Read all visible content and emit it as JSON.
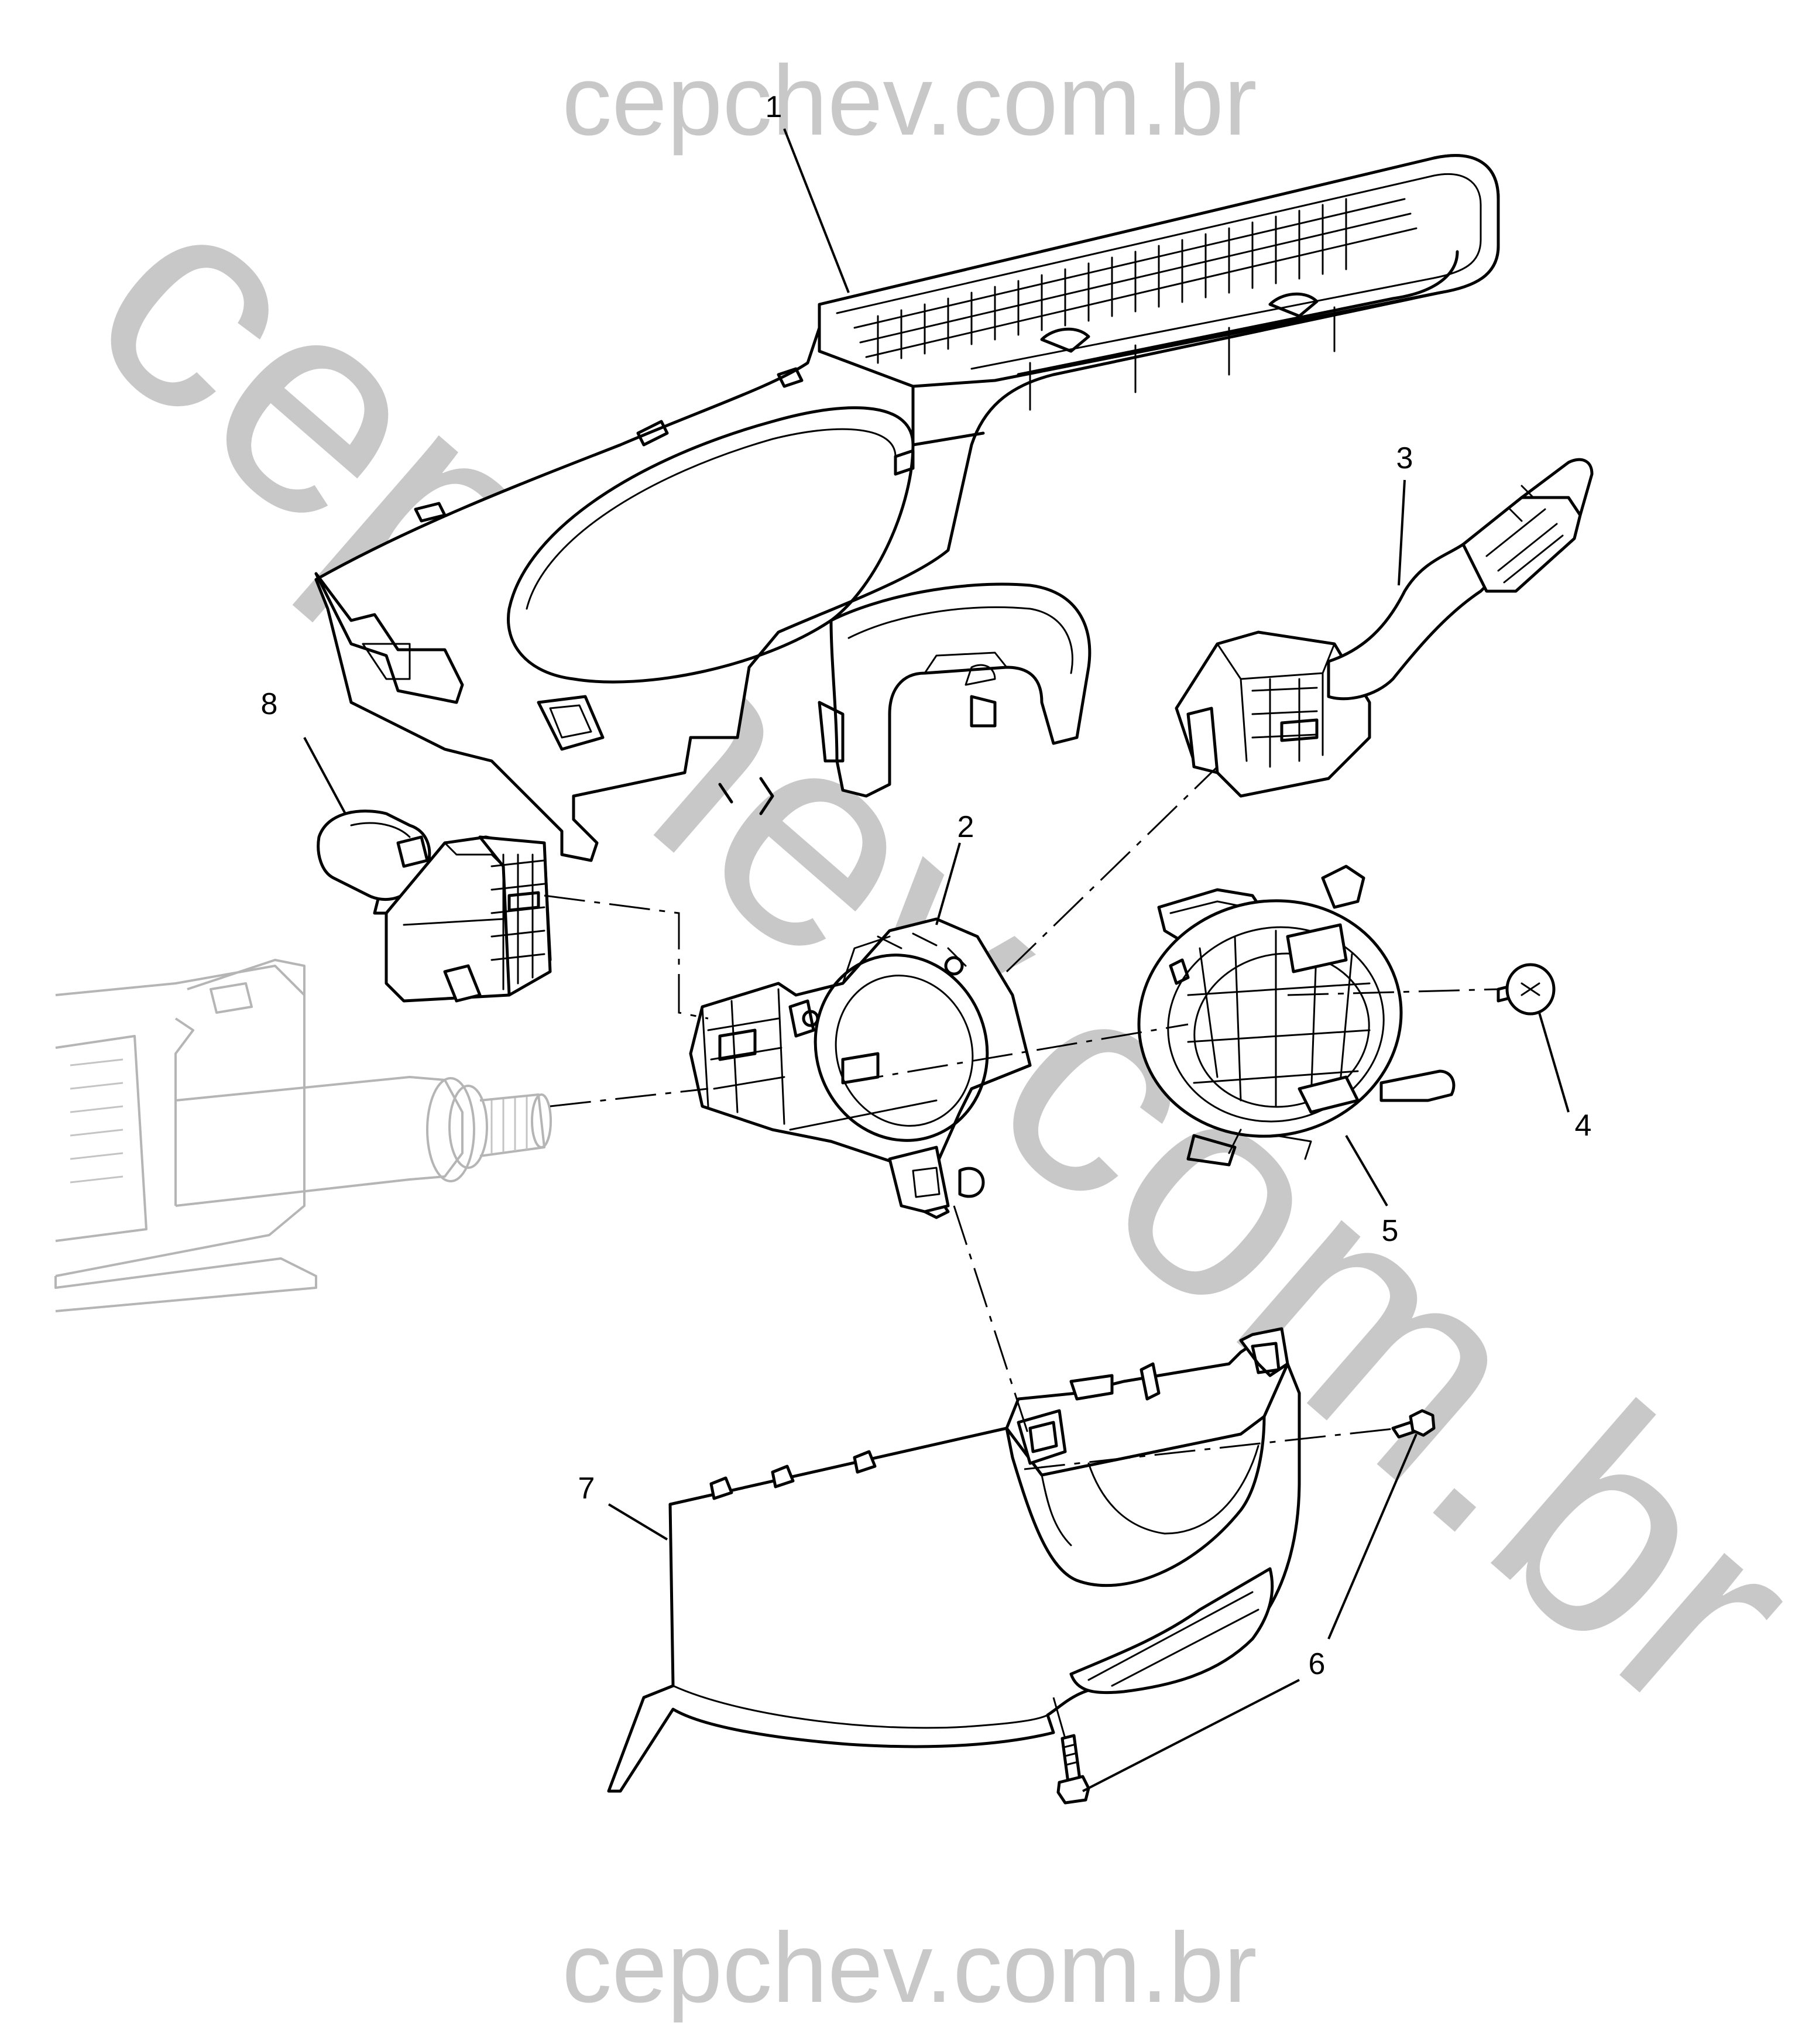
{
  "watermark": {
    "top": "cepchev.com.br",
    "bottom": "cepchev.com.br",
    "diagonal": "cepchev.com.br",
    "color": "#c8c8c8"
  },
  "callouts": [
    {
      "id": "1",
      "label": "1"
    },
    {
      "id": "2",
      "label": "2"
    },
    {
      "id": "3",
      "label": "3"
    },
    {
      "id": "4",
      "label": "4"
    },
    {
      "id": "5",
      "label": "5"
    },
    {
      "id": "6",
      "label": "6"
    },
    {
      "id": "7",
      "label": "7"
    },
    {
      "id": "8",
      "label": "8"
    }
  ]
}
